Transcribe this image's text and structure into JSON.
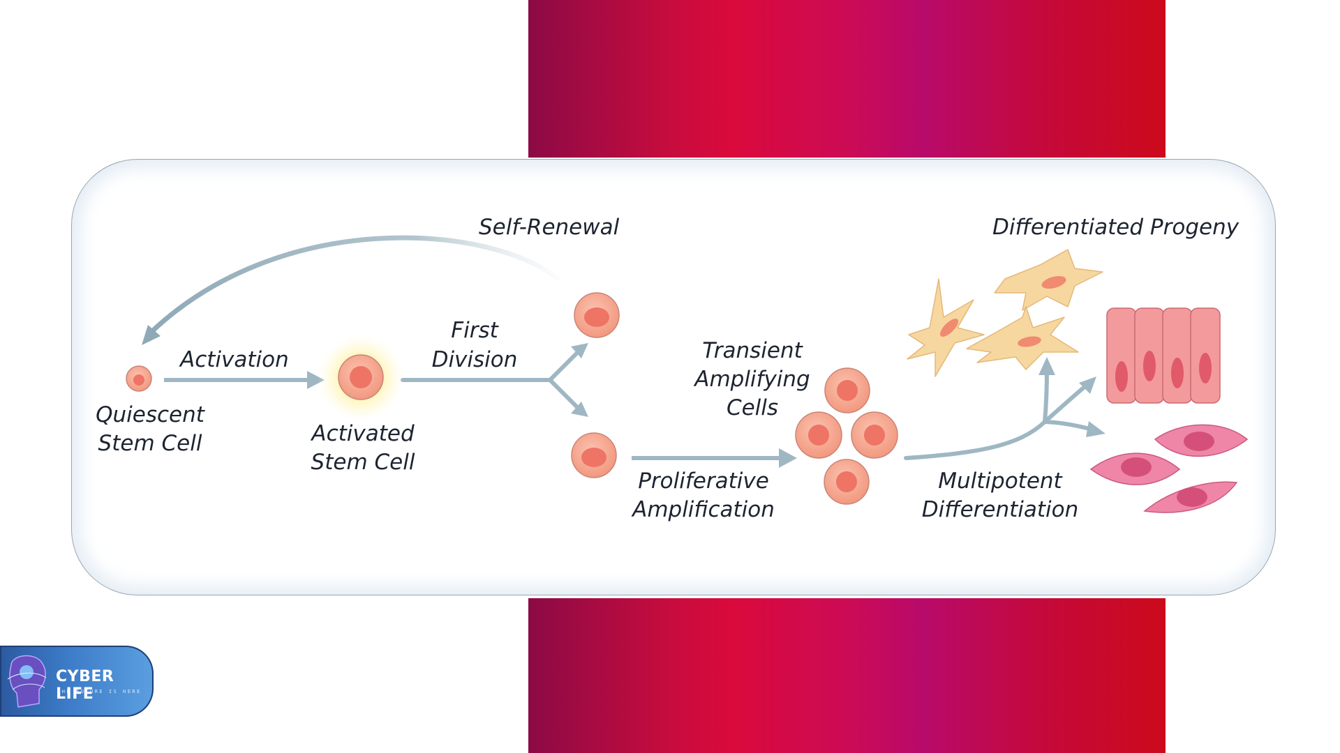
{
  "diagram": {
    "labels": {
      "self_renewal": "Self-Renewal",
      "differentiated_progeny": "Differentiated Progeny",
      "activation": "Activation",
      "first_division_line1": "First",
      "first_division_line2": "Division",
      "transient_line1": "Transient",
      "transient_line2": "Amplifying",
      "transient_line3": "Cells",
      "quiescent_line1": "Quiescent",
      "quiescent_line2": "Stem Cell",
      "activated_line1": "Activated",
      "activated_line2": "Stem Cell",
      "proliferative_line1": "Proliferative",
      "proliferative_line2": "Amplification",
      "multipotent_line1": "Multipotent",
      "multipotent_line2": "Differentiation"
    },
    "colors": {
      "arrow": "#9fb7c3",
      "cell_fill": "#f6a58f",
      "cell_nucleus": "#ee7466",
      "fibroblast": "#f6d7a0",
      "epithelial": "#f39a9c",
      "pink_cell": "#ef86a7",
      "band_gradient_start": "#8c0a45",
      "band_gradient_end": "#cc0a1c"
    }
  },
  "logo": {
    "title": "CYBER LIFE",
    "tagline": "THE FUTURE IS HERE"
  }
}
